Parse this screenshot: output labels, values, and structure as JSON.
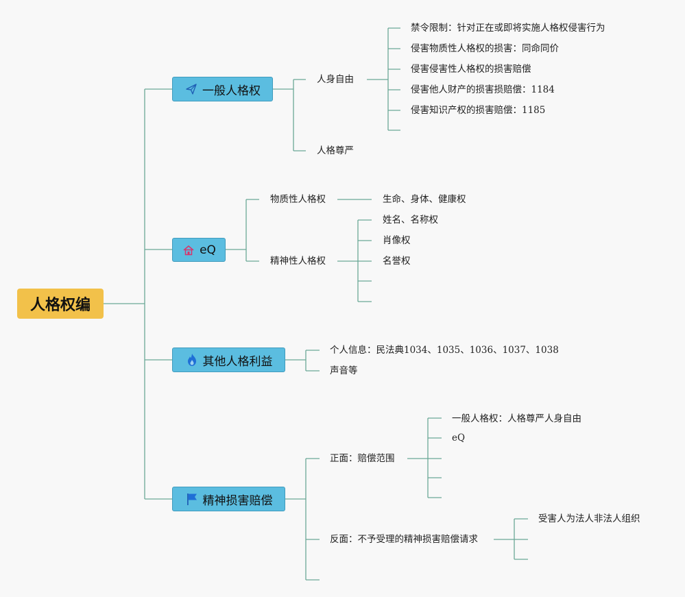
{
  "root": {
    "label": "人格权编"
  },
  "branches": [
    {
      "label": "一般人格权",
      "icon": "paper-plane-icon",
      "children": [
        {
          "label": "人身自由",
          "children": [
            "禁令限制：针对正在或即将实施人格权侵害行为",
            "侵害物质性人格权的损害：同命同价",
            "侵害侵害性人格权的损害赔偿",
            "侵害他人财产的损害损赔偿：1184",
            "侵害知识产权的损害赔偿：1185",
            ""
          ]
        },
        {
          "label": "人格尊严",
          "children": []
        }
      ]
    },
    {
      "label": "eQ",
      "icon": "house-icon",
      "children": [
        {
          "label": "物质性人格权",
          "children": [
            "生命、身体、健康权"
          ]
        },
        {
          "label": "精神性人格权",
          "children": [
            "姓名、名称权",
            "肖像权",
            "名誉权",
            "",
            ""
          ]
        }
      ]
    },
    {
      "label": "其他人格利益",
      "icon": "flame-icon",
      "children": [
        {
          "label": "个人信息：民法典1034、1035、1036、1037、1038",
          "children": []
        },
        {
          "label": "声音等",
          "children": []
        }
      ]
    },
    {
      "label": "精神损害赔偿",
      "icon": "flag-icon",
      "children": [
        {
          "label": "正面：赔偿范围",
          "children": [
            "一般人格权：人格尊严人身自由",
            "eQ",
            "",
            "",
            ""
          ]
        },
        {
          "label": "反面：不予受理的精神损害赔偿请求",
          "children": [
            "受害人为法人非法人组织",
            "",
            ""
          ]
        },
        {
          "label": "",
          "children": []
        }
      ]
    }
  ],
  "colors": {
    "root_fill": "#f2c14a",
    "branch_fill": "#5bbde0",
    "connector": "#6aa796",
    "background": "#f8f8f8"
  }
}
